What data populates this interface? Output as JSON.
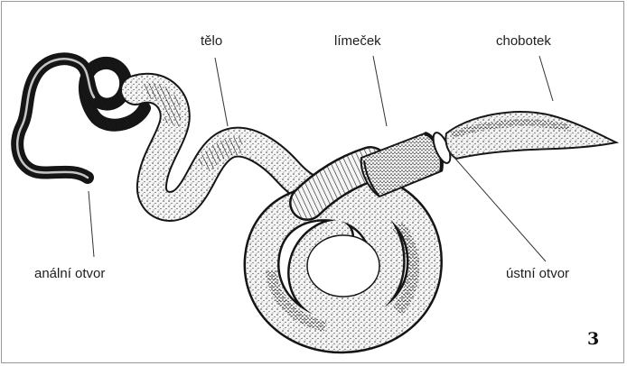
{
  "figure_number": "3",
  "labels": {
    "chobotek": "chobotek",
    "limecek": "límeček",
    "telo": "tělo",
    "analni_otvor": "anální otvor",
    "ustni_otvor": "ústní otvor"
  },
  "colors": {
    "ink": "#151515",
    "body_fill": "#f4f4f4",
    "frame": "#9a9a9a",
    "leader": "#333333"
  }
}
